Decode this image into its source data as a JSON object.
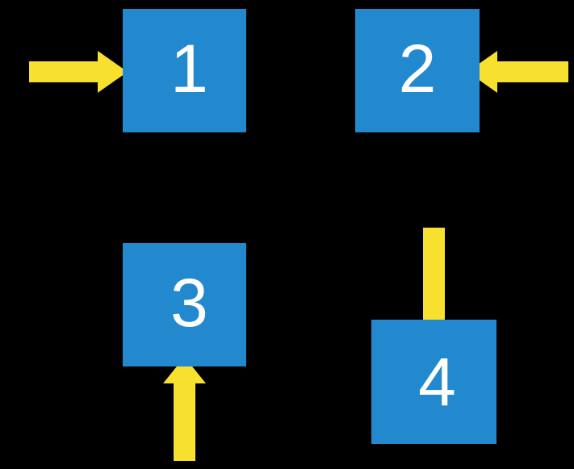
{
  "diagram": {
    "title": "four-box arrow diagram",
    "background_color": "#000000",
    "node_color": "#2389ce",
    "arrow_color": "#f7e02e",
    "label_color": "#ffffff",
    "nodes": [
      {
        "id": "node-1",
        "label": "1"
      },
      {
        "id": "node-2",
        "label": "2"
      },
      {
        "id": "node-3",
        "label": "3"
      },
      {
        "id": "node-4",
        "label": "4"
      }
    ],
    "arrows": [
      {
        "id": "arrow-to-1",
        "direction": "right",
        "target": "1",
        "name": "arrow-into-box-1"
      },
      {
        "id": "arrow-to-2",
        "direction": "left",
        "target": "2",
        "name": "arrow-into-box-2"
      },
      {
        "id": "arrow-to-3",
        "direction": "up",
        "target": "3",
        "name": "arrow-into-box-3"
      },
      {
        "id": "arrow-to-4",
        "direction": "down",
        "target": "4",
        "name": "arrow-into-box-4"
      }
    ]
  }
}
